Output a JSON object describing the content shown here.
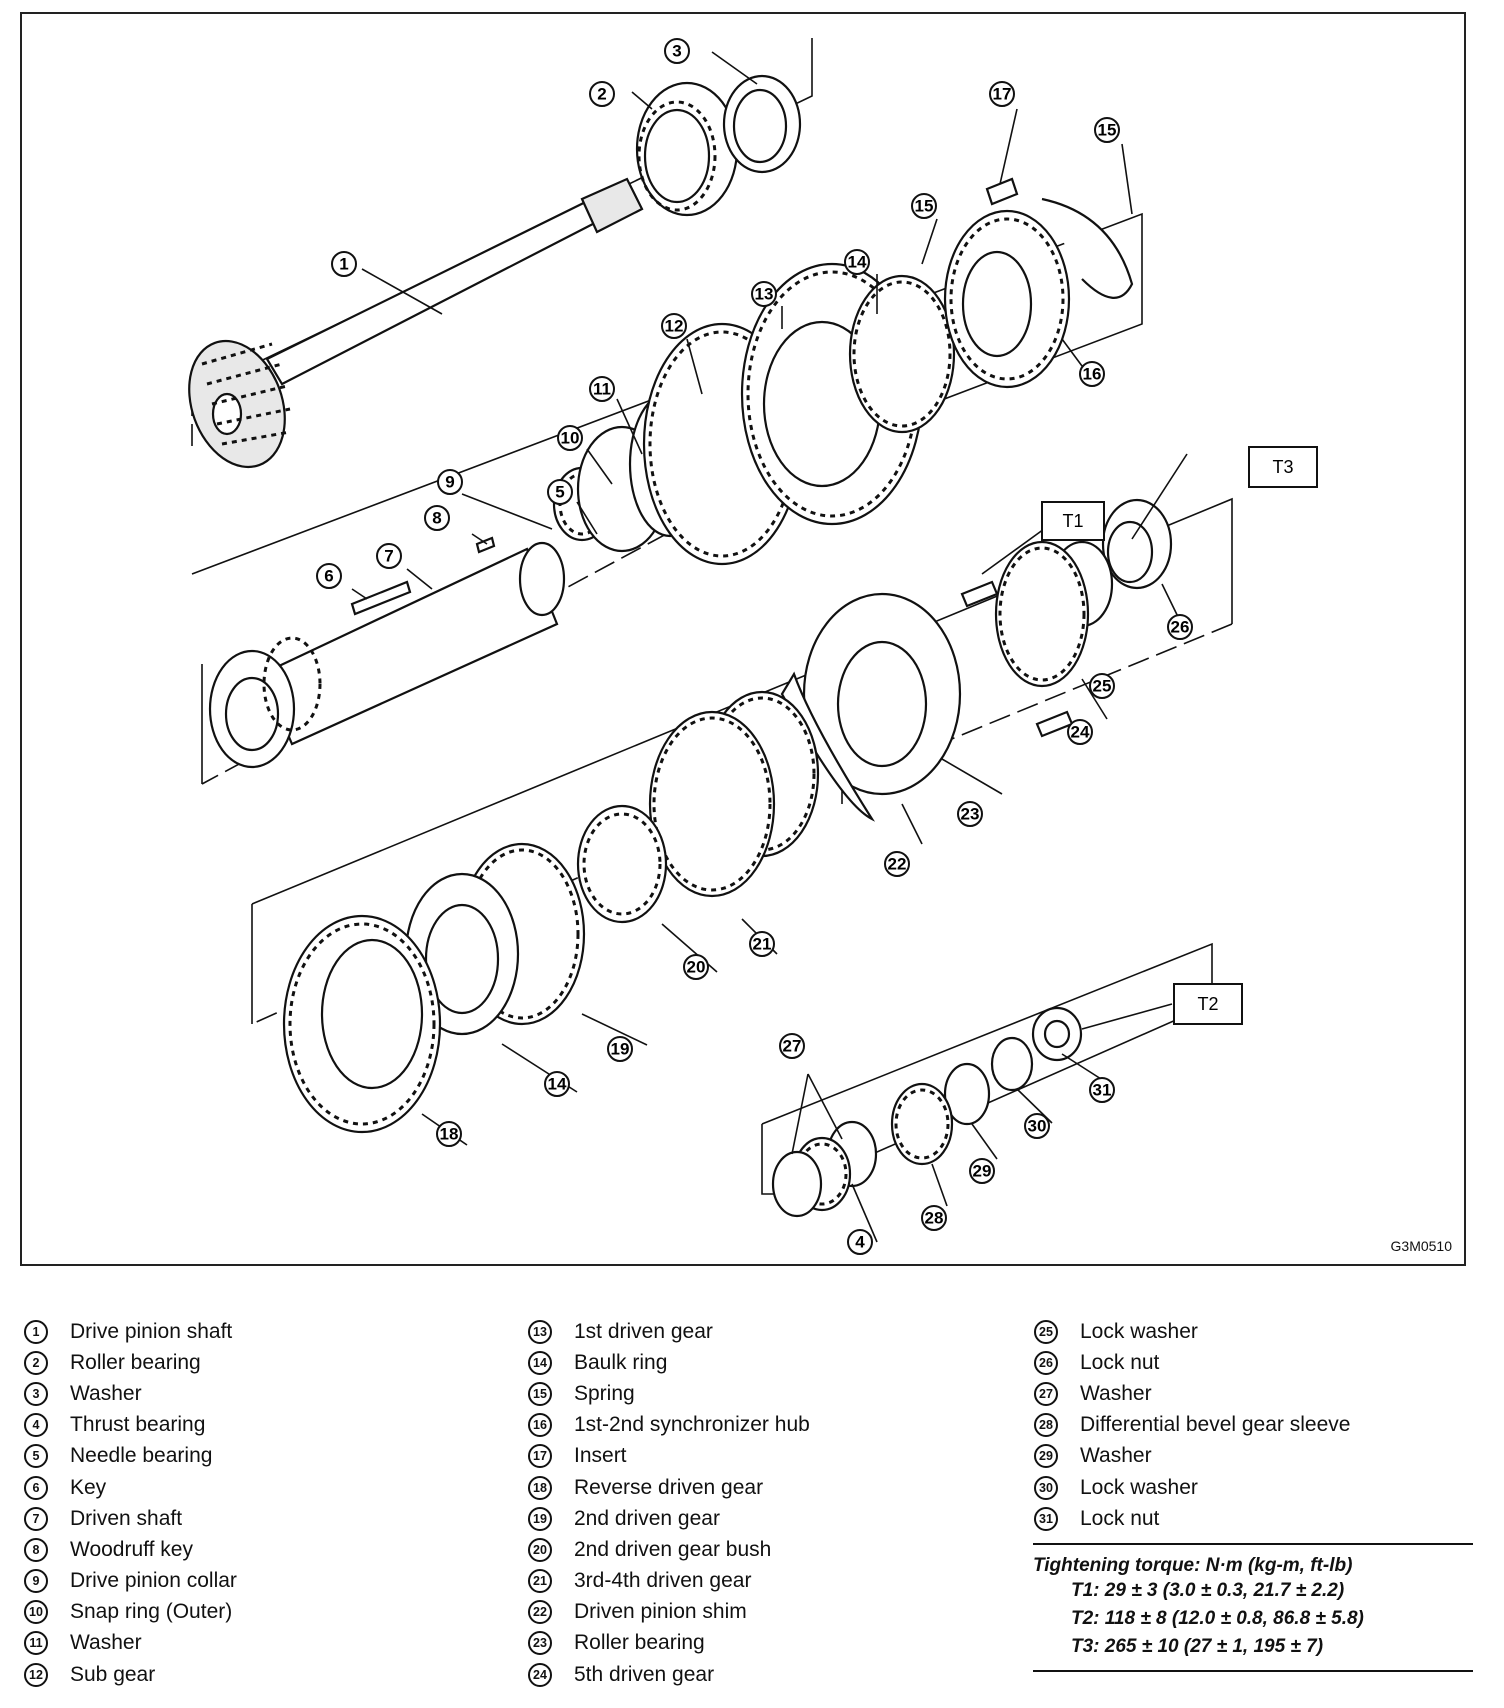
{
  "diagram": {
    "figure_code": "G3M0510",
    "torque_boxes": [
      "T1",
      "T2",
      "T3"
    ]
  },
  "legend": {
    "col1": [
      {
        "num": "1",
        "label": "Drive pinion shaft"
      },
      {
        "num": "2",
        "label": "Roller bearing"
      },
      {
        "num": "3",
        "label": "Washer"
      },
      {
        "num": "4",
        "label": "Thrust bearing"
      },
      {
        "num": "5",
        "label": "Needle bearing"
      },
      {
        "num": "6",
        "label": "Key"
      },
      {
        "num": "7",
        "label": "Driven shaft"
      },
      {
        "num": "8",
        "label": "Woodruff key"
      },
      {
        "num": "9",
        "label": "Drive pinion collar"
      },
      {
        "num": "10",
        "label": "Snap ring (Outer)"
      },
      {
        "num": "11",
        "label": "Washer"
      },
      {
        "num": "12",
        "label": "Sub gear"
      }
    ],
    "col2": [
      {
        "num": "13",
        "label": "1st driven gear"
      },
      {
        "num": "14",
        "label": "Baulk ring"
      },
      {
        "num": "15",
        "label": "Spring"
      },
      {
        "num": "16",
        "label": "1st-2nd synchronizer hub"
      },
      {
        "num": "17",
        "label": "Insert"
      },
      {
        "num": "18",
        "label": "Reverse driven gear"
      },
      {
        "num": "19",
        "label": "2nd driven gear"
      },
      {
        "num": "20",
        "label": "2nd driven gear bush"
      },
      {
        "num": "21",
        "label": "3rd-4th driven gear"
      },
      {
        "num": "22",
        "label": "Driven pinion shim"
      },
      {
        "num": "23",
        "label": "Roller bearing"
      },
      {
        "num": "24",
        "label": "5th driven gear"
      }
    ],
    "col3": [
      {
        "num": "25",
        "label": "Lock washer"
      },
      {
        "num": "26",
        "label": "Lock nut"
      },
      {
        "num": "27",
        "label": "Washer"
      },
      {
        "num": "28",
        "label": "Differential bevel gear sleeve"
      },
      {
        "num": "29",
        "label": "Washer"
      },
      {
        "num": "30",
        "label": "Lock washer"
      },
      {
        "num": "31",
        "label": "Lock nut"
      }
    ]
  },
  "torque": {
    "title": "Tightening torque: N·m (kg-m, ft-lb)",
    "rows": [
      "T1: 29 ± 3 (3.0 ± 0.3, 21.7 ± 2.2)",
      "T2: 118 ± 8 (12.0 ± 0.8, 86.8 ± 5.8)",
      "T3: 265 ± 10 (27 ± 1, 195 ± 7)"
    ]
  }
}
